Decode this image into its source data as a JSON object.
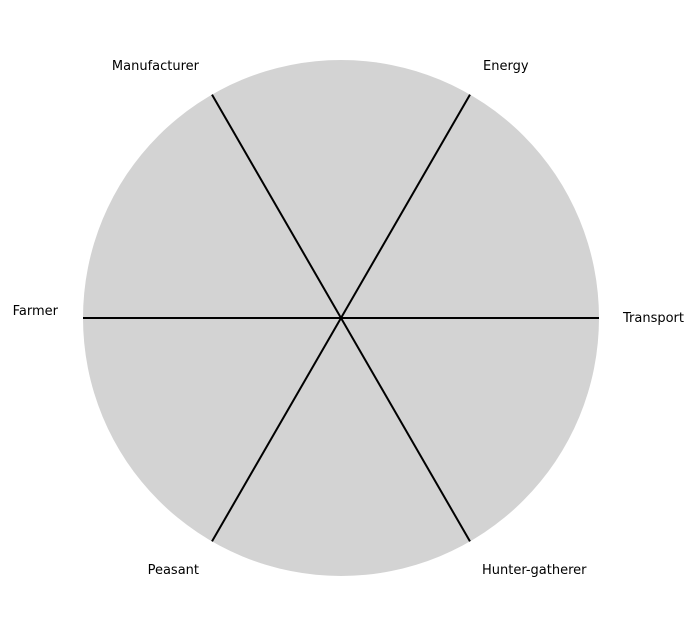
{
  "diagram": {
    "type": "radial-wheel",
    "fill_color": "#d3d3d3",
    "line_color": "#000000",
    "sectors": [
      "Transport",
      "Energy",
      "Manufacturer",
      "Farmer",
      "Peasant",
      "Hunter-gatherer"
    ]
  }
}
